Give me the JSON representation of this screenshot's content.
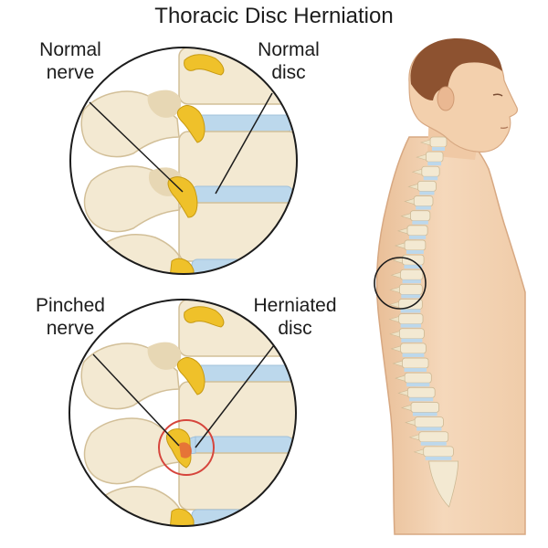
{
  "title": "Thoracic Disc Herniation",
  "labels": {
    "normal_nerve": [
      "Normal",
      "nerve"
    ],
    "normal_disc": [
      "Normal",
      "disc"
    ],
    "pinched_nerve": [
      "Pinched",
      "nerve"
    ],
    "herniated_disc": [
      "Herniated",
      "disc"
    ]
  },
  "colors": {
    "skin": "#f3d2b1",
    "skin_shadow": "#e2b48f",
    "hair": "#8d5230",
    "bone": "#f3e9d2",
    "bone_shadow": "#dccba6",
    "disc": "#bcd8ec",
    "nerve": "#efc12a",
    "highlight_ring": "#d6453c",
    "line": "#1c1c1c"
  },
  "icons": {
    "inset_normal": "magnified-normal-spine-icon",
    "inset_herniated": "magnified-herniated-spine-icon",
    "figure": "human-profile-spine-icon"
  }
}
